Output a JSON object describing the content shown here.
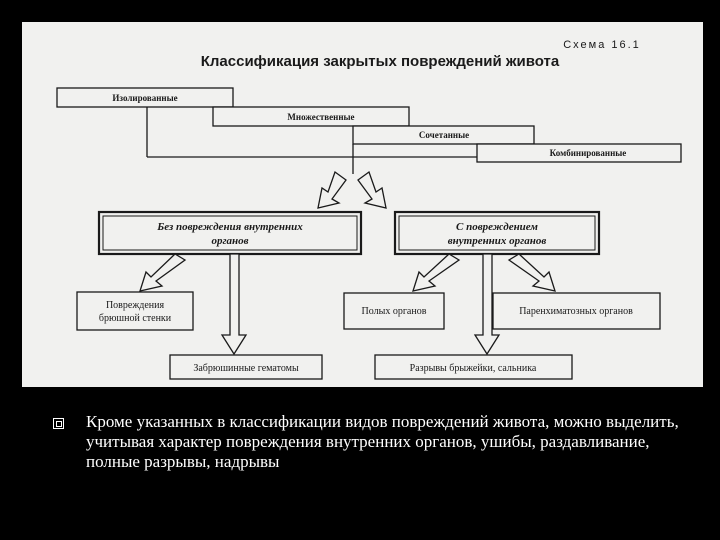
{
  "diagram": {
    "scheme_label": "Схема 16.1",
    "title": "Классификация закрытых повреждений живота",
    "categories": [
      "Изолированные",
      "Множественные",
      "Сочетанные",
      "Комбинированные"
    ],
    "group_left": {
      "line1": "Без повреждения внутренних",
      "line2": "органов"
    },
    "group_right": {
      "line1": "С повреждением",
      "line2": "внутренних органов"
    },
    "leaves": {
      "abdominal_wall": {
        "line1": "Повреждения",
        "line2": "брюшной стенки"
      },
      "retroperitoneal": "Забрюшинные гематомы",
      "hollow": "Полых органов",
      "parenchymal": "Паренхиматозных органов",
      "mesentery": "Разрывы брыжейки, сальника"
    },
    "colors": {
      "paper": "#f1f1ef",
      "ink": "#1a1a1a"
    }
  },
  "caption": "Кроме указанных в классификации видов повреждений живота, можно выделить, учитывая характер повреждения внутренних органов, ушибы, раздавливание, полные разрывы, надрывы"
}
